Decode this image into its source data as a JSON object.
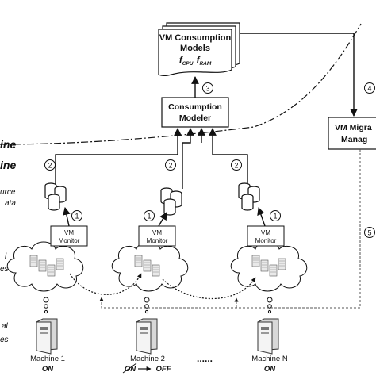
{
  "models": {
    "line1": "VM Consumption",
    "line2": "Models",
    "formula_f1": "f",
    "formula_sub1": "CPU",
    "formula_f2": "f",
    "formula_sub2": "RAM"
  },
  "modeler": {
    "line1": "Consumption",
    "line2": "Modeler"
  },
  "migration": {
    "line1": "VM Migra",
    "line2": "Manag"
  },
  "steps": {
    "s1": "1",
    "s2": "2",
    "s3": "3",
    "s4": "4",
    "s5": "5"
  },
  "left_labels": {
    "offline": "ine",
    "online": "ine",
    "source_data_1": "urce",
    "source_data_2": "ata",
    "vm_label_1": "l",
    "vm_label_2": "es",
    "phys_label_1": "al",
    "phys_label_2": "es"
  },
  "monitor": {
    "line1": "VM",
    "line2": "Monitor"
  },
  "machines": [
    {
      "name": "Machine 1",
      "state": "ON"
    },
    {
      "name": "Machine 2",
      "state_old": "ON",
      "state_new": "OFF"
    },
    {
      "name": "Machine N",
      "state": "ON"
    }
  ],
  "ellipsis": "......",
  "colors": {
    "line": "#111111",
    "cloud_fill": "#ffffff",
    "box_fill": "#ffffff"
  }
}
